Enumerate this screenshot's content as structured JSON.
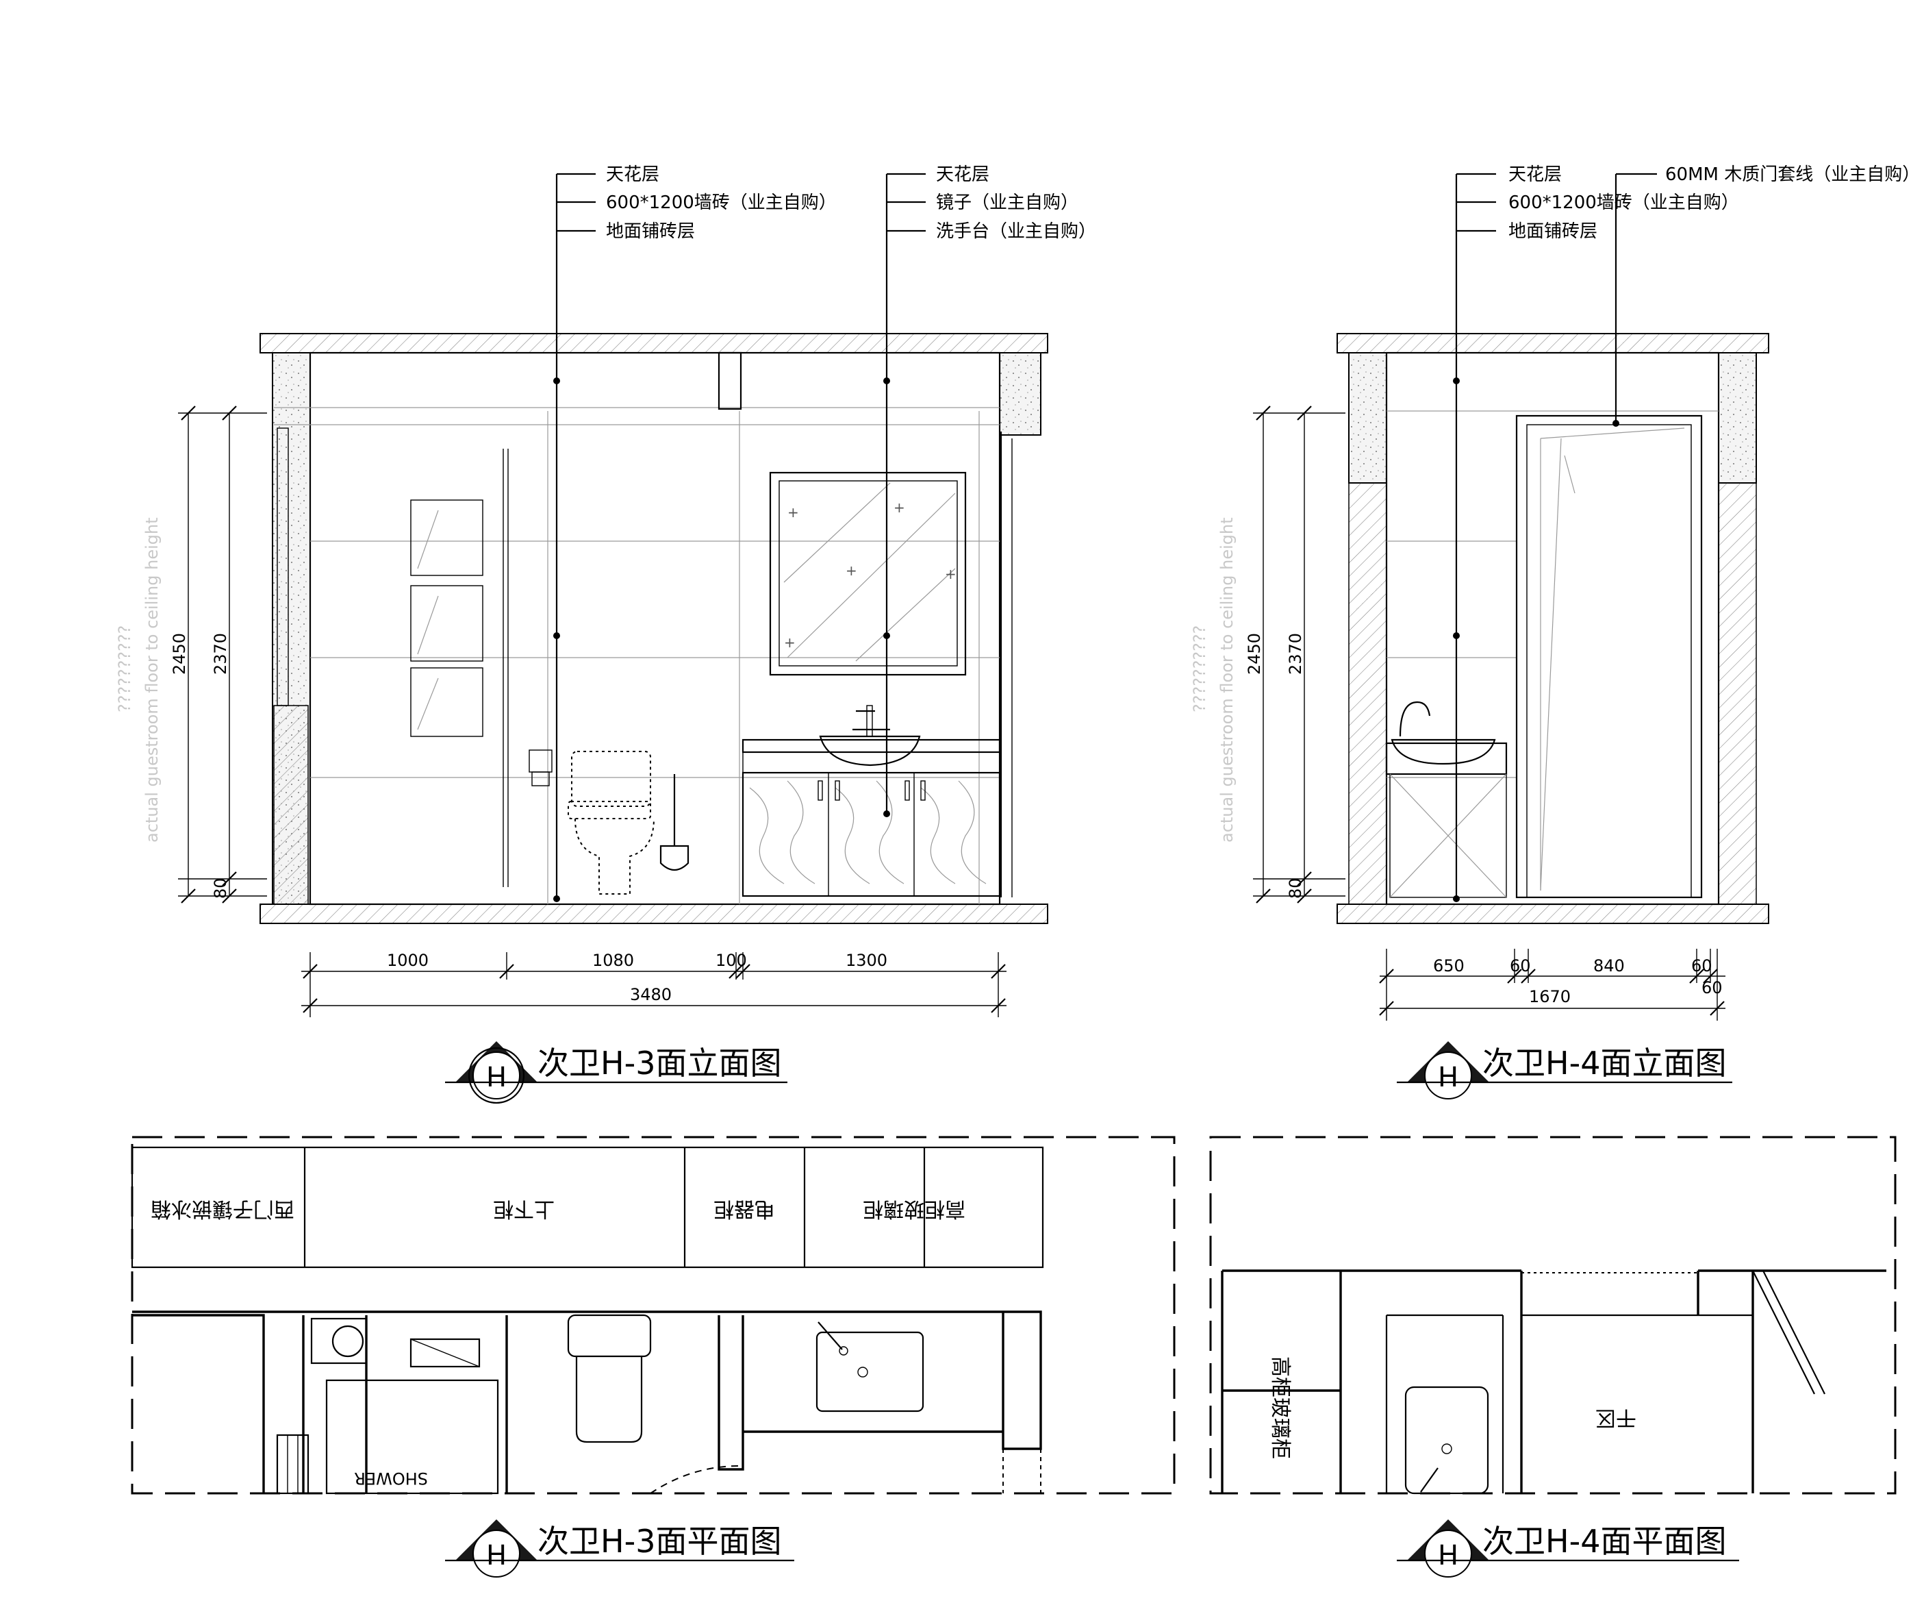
{
  "elevation_h3": {
    "title": "次卫H-3面立面图",
    "symbol": "H",
    "callouts_left": [
      "天花层",
      "600*1200墙砖（业主自购）",
      "地面铺砖层"
    ],
    "callouts_right": [
      "天花层",
      "镜子（业主自购）",
      "洗手台（业主自购）"
    ],
    "ghost_text": "actual guestroom floor to ceiling height",
    "ghost_text2": "??????????",
    "height_dims": [
      "2450",
      "2370",
      "80"
    ],
    "width_dims": [
      "1000",
      "1080",
      "100",
      "1300"
    ],
    "total_width": "3480"
  },
  "elevation_h4": {
    "title": "次卫H-4面立面图",
    "symbol": "H",
    "callouts_left": [
      "天花层",
      "600*1200墙砖（业主自购）",
      "地面铺砖层"
    ],
    "callout_door": "60MM 木质门套线（业主自购）",
    "ghost_text": "actual guestroom floor to ceiling height",
    "ghost_text2": "??????????",
    "height_dims": [
      "2450",
      "2370",
      "80"
    ],
    "width_dims": [
      "650",
      "60",
      "840",
      "60",
      "60"
    ],
    "total_width": "1670"
  },
  "plan_h3": {
    "title": "次卫H-3面平面图",
    "symbol": "H",
    "rooms": [
      "西门子镶嵌冰箱",
      "上下柜",
      "电器柜",
      "高柜玻璃柜"
    ],
    "shower": "SHOWER"
  },
  "plan_h4": {
    "title": "次卫H-4面平面图",
    "symbol": "H",
    "rooms": [
      "高柜玻璃柜",
      "干区"
    ]
  }
}
